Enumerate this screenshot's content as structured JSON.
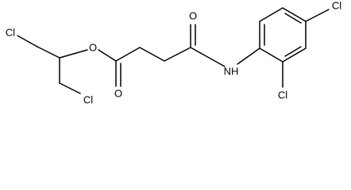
{
  "molecule": {
    "labels": {
      "cl_top_left": "Cl",
      "cl_bottom_left": "Cl",
      "ester_oxygen": "O",
      "ester_carbonyl_oxygen": "O",
      "amide_carbonyl_oxygen": "O",
      "amide_nitrogen": "NH",
      "ring_cl_para": "Cl",
      "ring_cl_ortho": "Cl"
    }
  }
}
